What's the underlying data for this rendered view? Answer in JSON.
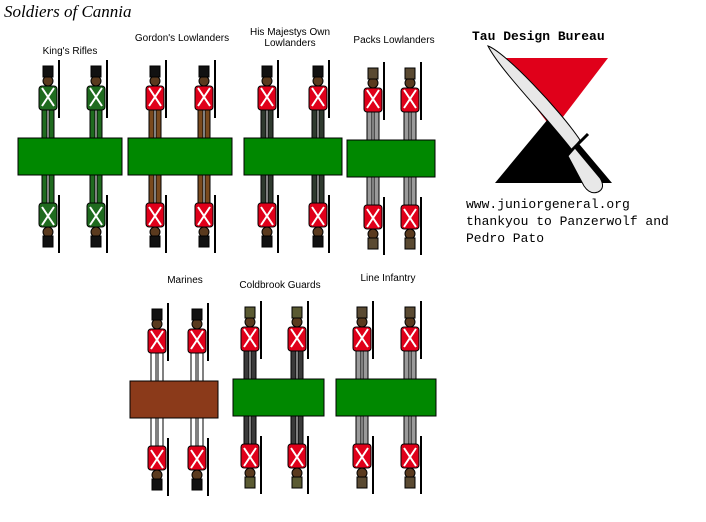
{
  "sheet_title": "Soldiers of Cannia",
  "units": [
    {
      "id": "kings-rifles",
      "label_lines": [
        "King's Rifles"
      ],
      "coat": "#1f6b1f",
      "trousers": "#1f6b1f",
      "base": "#008800",
      "hat": "#111111"
    },
    {
      "id": "gordons-lowlanders",
      "label_lines": [
        "Gordon's Lowlanders"
      ],
      "coat": "#e0001a",
      "trousers": "#7a4a1e",
      "base": "#008800",
      "hat": "#111111"
    },
    {
      "id": "his-majestys-own-lowlanders",
      "label_lines": [
        "His Majestys Own",
        "Lowlanders"
      ],
      "coat": "#e0001a",
      "trousers": "#2f3a2f",
      "base": "#008800",
      "hat": "#111111"
    },
    {
      "id": "packs-lowlanders",
      "label_lines": [
        "Packs Lowlanders"
      ],
      "coat": "#e0001a",
      "trousers": "#9a9a9a",
      "base": "#008800",
      "hat": "#5a4a32"
    },
    {
      "id": "marines",
      "label_lines": [
        "Marines"
      ],
      "coat": "#e0001a",
      "trousers": "#ffffff",
      "base": "#8b3a1a",
      "hat": "#111111"
    },
    {
      "id": "coldbrook-guards",
      "label_lines": [
        "Coldbrook Guards"
      ],
      "coat": "#e0001a",
      "trousers": "#3a3a3a",
      "base": "#008800",
      "hat": "#5a5a32"
    },
    {
      "id": "line-infantry",
      "label_lines": [
        "Line Infantry"
      ],
      "coat": "#e0001a",
      "trousers": "#9a9a9a",
      "base": "#008800",
      "hat": "#5a4a32"
    }
  ],
  "credits": {
    "bureau": "Tau Design Bureau",
    "website": "www.juniorgeneral.org",
    "thanks_line1": "thankyou to Panzerwolf and",
    "thanks_line2": "Pedro Pato"
  },
  "colors": {
    "logo_red": "#e0001a",
    "logo_black": "#000000",
    "blade": "#e8e8e8"
  }
}
